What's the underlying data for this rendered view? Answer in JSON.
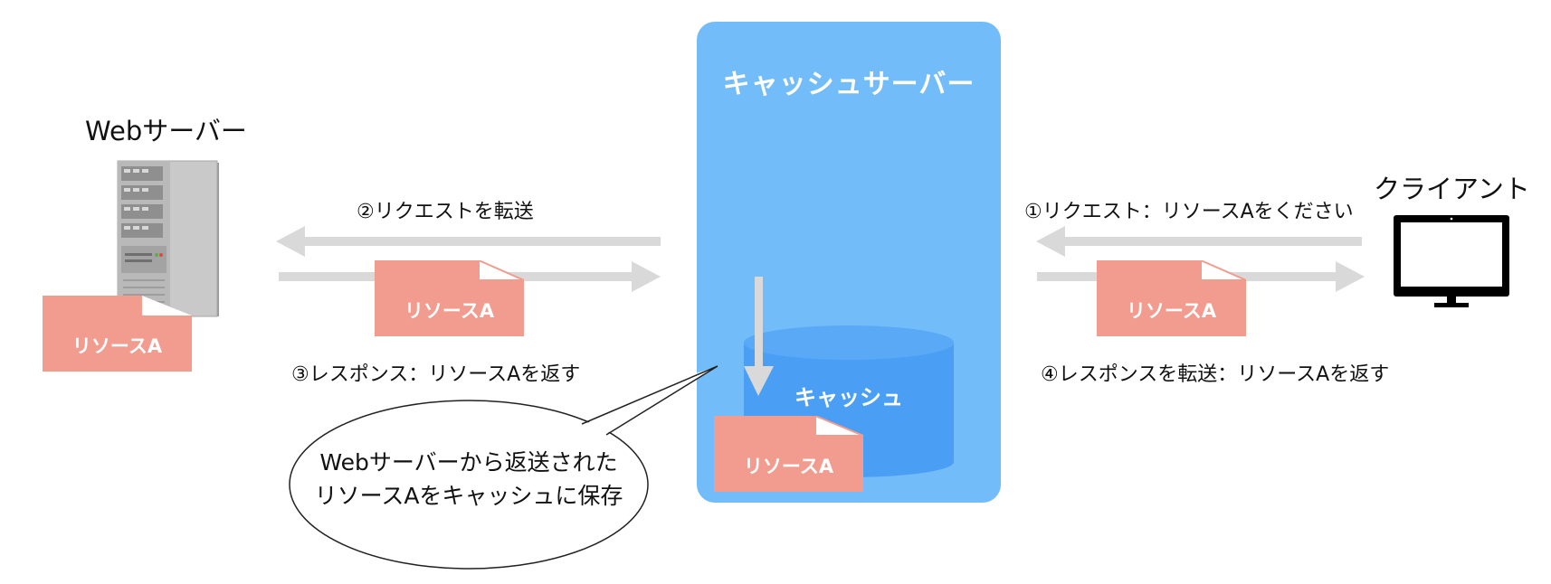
{
  "web_server": {
    "title": "Webサーバー",
    "doc_label": "リソースA"
  },
  "cache_server": {
    "title": "キャッシュサーバー",
    "cache_label": "キャッシュ",
    "doc_label": "リソースA"
  },
  "client": {
    "title": "クライアント"
  },
  "left_flow": {
    "request_label": "②リクエストを転送",
    "response_label": "③レスポンス：リソースAを返す",
    "doc_label": "リソースA"
  },
  "right_flow": {
    "request_label": "①リクエスト：リソースAをください",
    "response_label": "④レスポンスを転送：リソースAを返す",
    "doc_label": "リソースA"
  },
  "speech_bubble": {
    "line1": "Webサーバーから返送された",
    "line2": "リソースAをキャッシュに保存"
  },
  "colors": {
    "panel": "#72bcf9",
    "cache": "#4a9ff5",
    "document": "#f19c8f",
    "arrow": "#d9d9d9",
    "monitor": "#000000"
  },
  "icons": {
    "server": "server-tower-icon",
    "client": "monitor-icon"
  }
}
